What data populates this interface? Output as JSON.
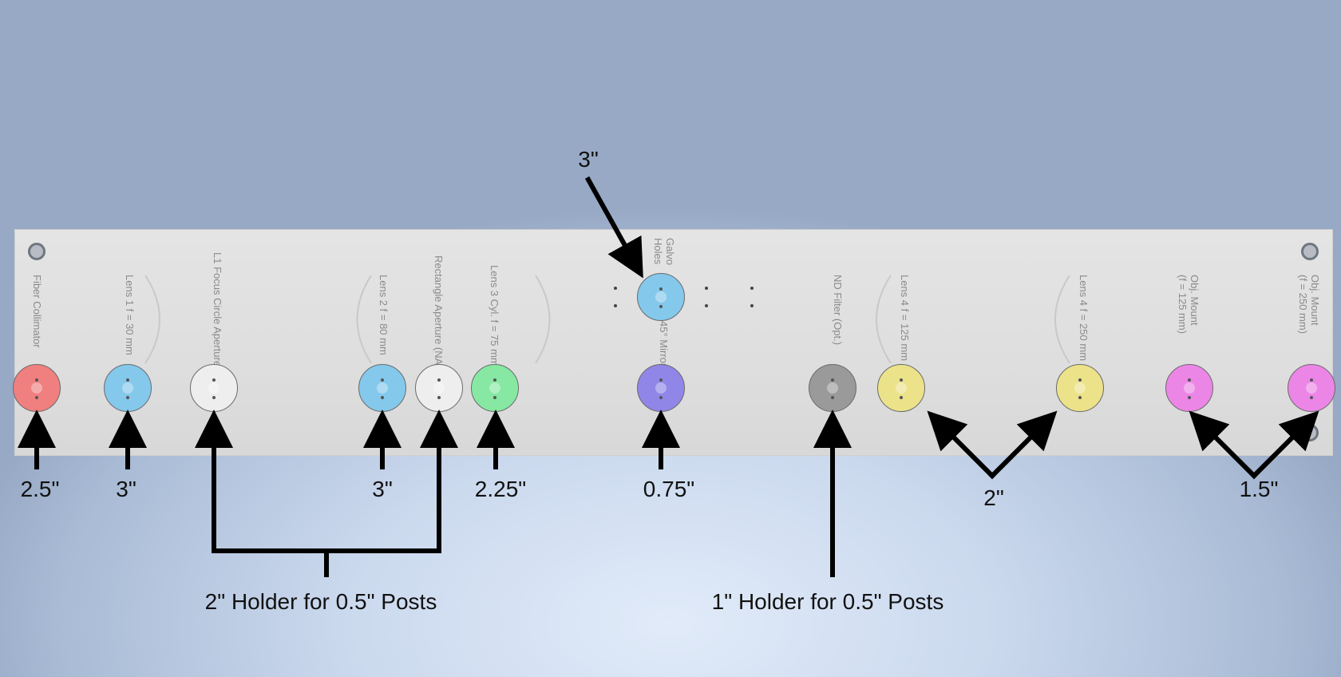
{
  "plate_labels": {
    "fiber_collimator": "Fiber Collimator",
    "lens1": "Lens 1 f = 30 mm",
    "l1_focus": "L1 Focus Circle Aperture",
    "lens2": "Lens 2 f = 80 mm",
    "rect_aperture": "Rectangle Aperture (NA)",
    "lens3": "Lens 3 Cyl. f = 75 mm",
    "galvo": "Galvo\nHoles",
    "mirror": "45° Mirror",
    "nd_filter": "ND Filter (Opt.)",
    "lens4a": "Lens 4 f = 125 mm",
    "lens4b": "Lens 4 f = 250 mm",
    "obj1": "Obj. Mount\n(f = 125 mm)",
    "obj2": "Obj. Mount\n(f = 250 mm)"
  },
  "dimensions": {
    "fiber": "2.5\"",
    "lens1": "3\"",
    "lens2": "3\"",
    "lens3": "2.25\"",
    "mirror": "0.75\"",
    "galvo": "3\"",
    "lens4_pair": "2\"",
    "obj_pair": "1.5\""
  },
  "callouts": {
    "holder_2in": "2\" Holder for 0.5\" Posts",
    "holder_1in": "1\" Holder for 0.5\" Posts"
  },
  "colors": {
    "red": "#f07f7f",
    "blue": "#84c8ec",
    "white": "#eeeeee",
    "green": "#86e8a2",
    "violet": "#8f86e8",
    "gray": "#9a9a9a",
    "yellow": "#ece28a",
    "magenta": "#ec86e6",
    "arrow": "#000000"
  }
}
